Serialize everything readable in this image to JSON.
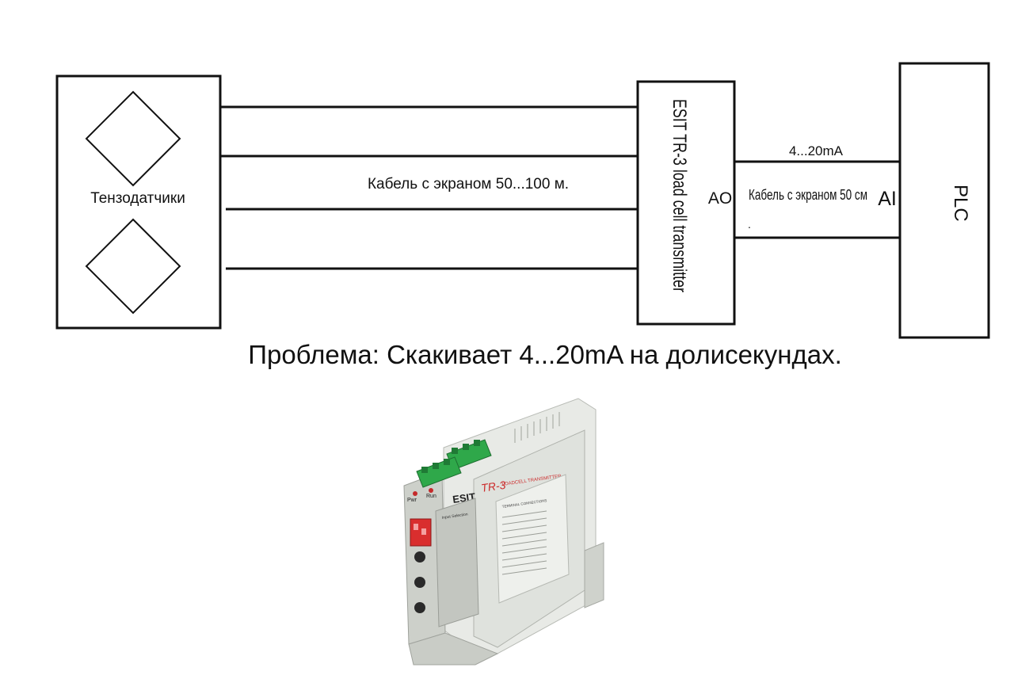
{
  "sensors": {
    "label": "Тензодатчики"
  },
  "cable_long": {
    "label": "Кабель с экраном 50...100 м."
  },
  "transmitter": {
    "label": "ESIT TR-3 load cell transmitter",
    "port_out": "AO"
  },
  "signal": {
    "label": "4...20mA"
  },
  "cable_short": {
    "label": "Кабель с экраном 50 см",
    "dot": "."
  },
  "plc": {
    "label": "PLC",
    "port_in": "AI"
  },
  "problem": {
    "text": "Проблема: Скакивает  4...20mA на долисекундах."
  },
  "device_photo": {
    "brand": "ESIT",
    "model": "TR-3",
    "product_line": "LOADCELL TRANSMITTER",
    "led_pwr": "Pwr",
    "led_run": "Run",
    "section_title": "Input Selection",
    "terminal_title": "TERMINAL CONNECTIONS",
    "colors": {
      "housing": "#d9dcd6",
      "terminal": "#2fa84a",
      "accent": "#cc2b2b"
    }
  }
}
